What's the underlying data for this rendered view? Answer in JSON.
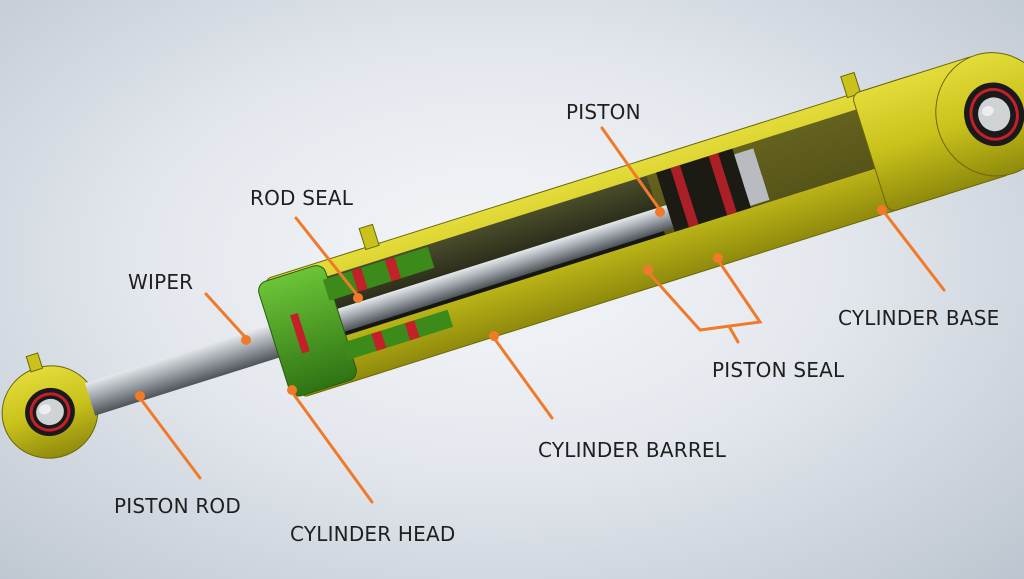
{
  "diagram": {
    "labels": {
      "piston": "PISTON",
      "rod_seal": "ROD SEAL",
      "wiper": "WIPER",
      "cylinder_base": "CYLINDER BASE",
      "piston_seal": "PISTON SEAL",
      "cylinder_barrel": "CYLINDER BARREL",
      "piston_rod": "PISTON ROD",
      "cylinder_head": "CYLINDER HEAD"
    },
    "colors": {
      "body_yellow": "#c9c21c",
      "head_green": "#4fa41f",
      "leader_orange": "#f07a2a",
      "seal_red": "#c4202a",
      "rod_steel": "#9aa0a6",
      "label_text": "#1f1f1f"
    }
  }
}
